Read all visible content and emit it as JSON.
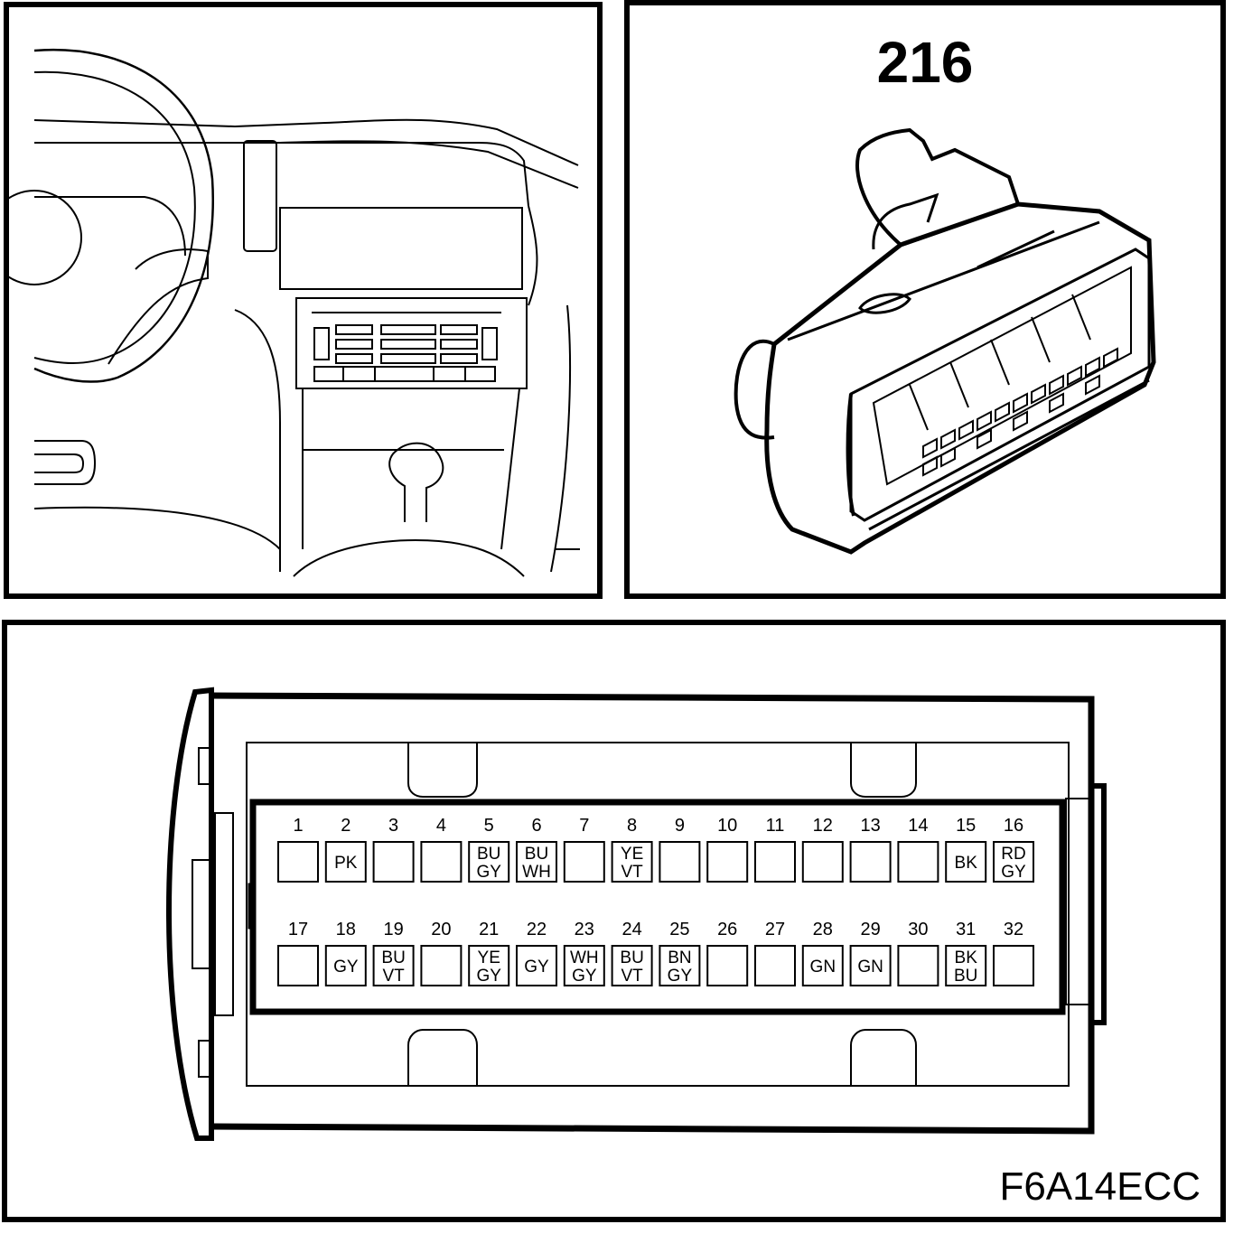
{
  "connector_number": "216",
  "figure_code": "F6A14ECC",
  "pins_top": [
    {
      "num": "1",
      "wire": []
    },
    {
      "num": "2",
      "wire": [
        "PK"
      ]
    },
    {
      "num": "3",
      "wire": []
    },
    {
      "num": "4",
      "wire": []
    },
    {
      "num": "5",
      "wire": [
        "BU",
        "GY"
      ]
    },
    {
      "num": "6",
      "wire": [
        "BU",
        "WH"
      ]
    },
    {
      "num": "7",
      "wire": []
    },
    {
      "num": "8",
      "wire": [
        "YE",
        "VT"
      ]
    },
    {
      "num": "9",
      "wire": []
    },
    {
      "num": "10",
      "wire": []
    },
    {
      "num": "11",
      "wire": []
    },
    {
      "num": "12",
      "wire": []
    },
    {
      "num": "13",
      "wire": []
    },
    {
      "num": "14",
      "wire": []
    },
    {
      "num": "15",
      "wire": [
        "BK"
      ]
    },
    {
      "num": "16",
      "wire": [
        "RD",
        "GY"
      ]
    }
  ],
  "pins_bottom": [
    {
      "num": "17",
      "wire": []
    },
    {
      "num": "18",
      "wire": [
        "GY"
      ]
    },
    {
      "num": "19",
      "wire": [
        "BU",
        "VT"
      ]
    },
    {
      "num": "20",
      "wire": []
    },
    {
      "num": "21",
      "wire": [
        "YE",
        "GY"
      ]
    },
    {
      "num": "22",
      "wire": [
        "GY"
      ]
    },
    {
      "num": "23",
      "wire": [
        "WH",
        "GY"
      ]
    },
    {
      "num": "24",
      "wire": [
        "BU",
        "VT"
      ]
    },
    {
      "num": "25",
      "wire": [
        "BN",
        "GY"
      ]
    },
    {
      "num": "26",
      "wire": []
    },
    {
      "num": "27",
      "wire": []
    },
    {
      "num": "28",
      "wire": [
        "GN"
      ]
    },
    {
      "num": "29",
      "wire": [
        "GN"
      ]
    },
    {
      "num": "30",
      "wire": []
    },
    {
      "num": "31",
      "wire": [
        "BK",
        "BU"
      ]
    },
    {
      "num": "32",
      "wire": []
    }
  ]
}
